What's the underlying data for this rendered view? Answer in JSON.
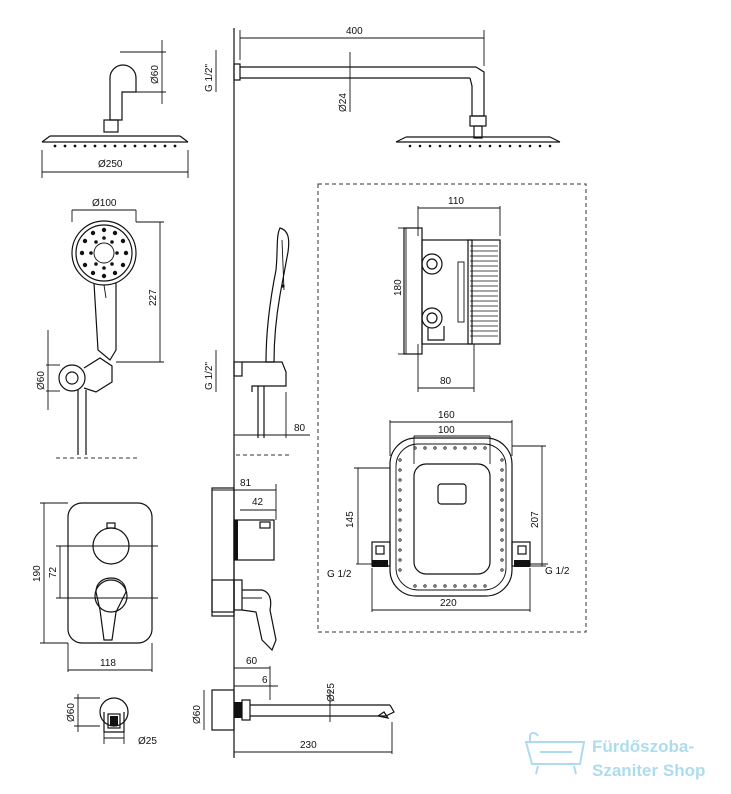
{
  "labels": {
    "d400": "400",
    "g_half_top": "G 1/2\"",
    "d60_arm": "Ø60",
    "d24": "Ø24",
    "d250": "Ø250",
    "d100": "Ø100",
    "d227": "227",
    "d60_hand": "Ø60",
    "g_half_mid": "G 1/2\"",
    "d80_bracket": "80",
    "d110": "110",
    "d180": "180",
    "d80_box": "80",
    "d160": "160",
    "d100_frame": "100",
    "d145": "145",
    "d207": "207",
    "g12_left": "G 1/2",
    "g12_right": "G 1/2",
    "d220": "220",
    "d81": "81",
    "d42": "42",
    "d190": "190",
    "d72": "72",
    "d118": "118",
    "d60_depth": "60",
    "d6": "6",
    "d25_spout": "Ø25",
    "d60_spout": "Ø60",
    "d60_small": "Ø60",
    "d25_small": "Ø25",
    "d230": "230"
  },
  "watermark": {
    "line1": "Fürdőszoba-",
    "line2": "Szaniter Shop",
    "color": "#9fd6ea"
  },
  "icons": {
    "watermark_logo": "bathtub-icon"
  }
}
